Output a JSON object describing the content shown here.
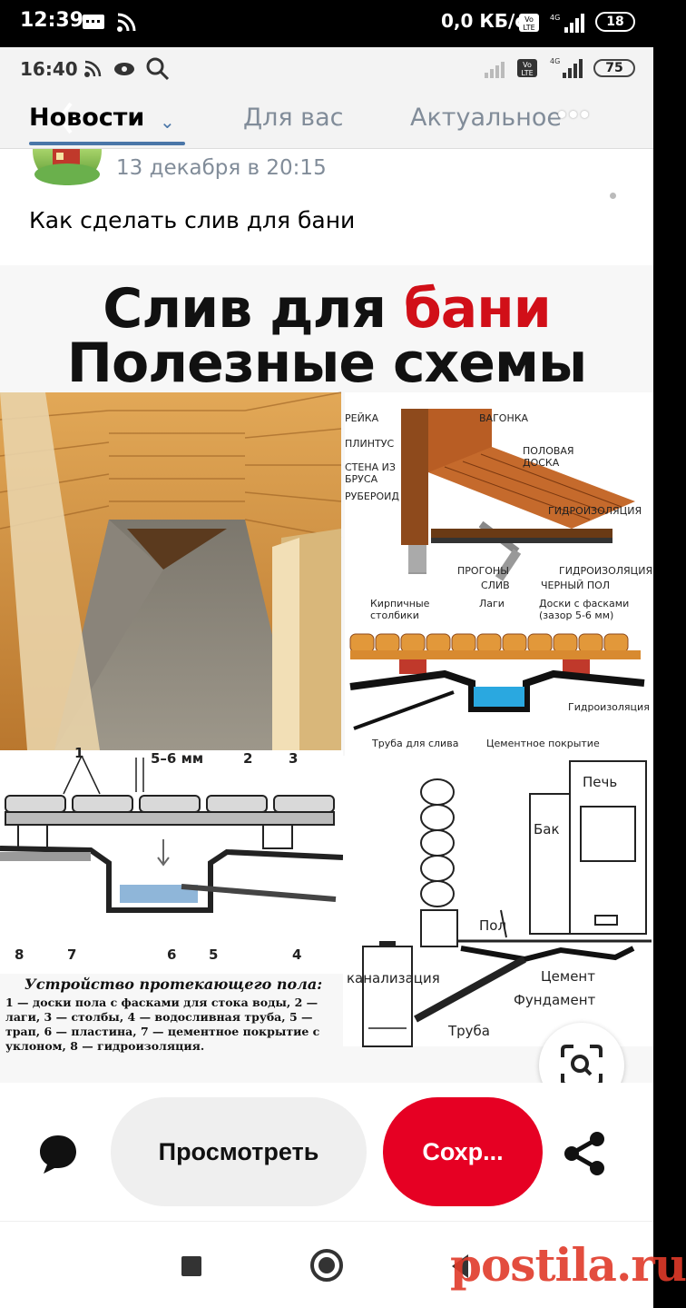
{
  "outer_status": {
    "time": "12:39",
    "speed": "0,0 КБ/с",
    "battery": "18"
  },
  "inner_status": {
    "time": "16:40",
    "battery": "75"
  },
  "tabs": [
    {
      "label": "Новости",
      "active": true
    },
    {
      "label": "Для вас",
      "active": false
    },
    {
      "label": "Актуальное",
      "active": false
    }
  ],
  "post": {
    "date": "13 декабря в 20:15",
    "text": "Как сделать слив для бани"
  },
  "image": {
    "headline_line1_a": "Слив для ",
    "headline_line1_b": "бани",
    "headline_line2": "Полезные схемы",
    "schema1_labels": [
      "РЕЙКА",
      "ПЛИНТУС",
      "ЛАГИ",
      "СТЕНА ИЗ БРУСА",
      "РУБЕРОИД",
      "ВАГОНКА",
      "ПОЛОВАЯ ДОСКА",
      "ГИДРОИЗОЛЯЦИЯ",
      "ПРОГОНЫ",
      "СЛИВ",
      "ЧЕРНЫЙ ПОЛ",
      "ГИДРОИЗОЛЯЦИЯ"
    ],
    "schema2_labels": {
      "brick": "Кирпичные столбики",
      "lagi": "Лаги",
      "boards": "Доски с фасками (зазор 5-6 мм)",
      "waterproof": "Гидроизоляция",
      "pipe": "Труба для слива",
      "cement": "Цементное покрытие"
    },
    "schema3_labels": {
      "gap": "5–6 мм",
      "n1": "1",
      "n2": "2",
      "n3": "3",
      "n4": "4",
      "n5": "5",
      "n6": "6",
      "n7": "7",
      "n8": "8"
    },
    "schema4_labels": {
      "stove": "Печь",
      "tank": "Бак",
      "floor": "Пол",
      "sewer": "канализация",
      "cement": "Цемент",
      "foundation": "Фундамент",
      "pipe": "Труба"
    },
    "legend_title": "Устройство протекающего пола:",
    "legend_text": "1 — доски пола с фасками для стока воды, 2 — лаги, 3 — столбы, 4 — водосливная труба, 5 — трап, 6 — пластина, 7 — цементное покрытие с уклоном, 8 — гидроизоляция."
  },
  "actions": {
    "view": "Просмотреть",
    "save": "Сохр..."
  },
  "watermark": "postila.ru",
  "colors": {
    "save": "#e60023",
    "tab_active": "#4a76a8",
    "headline_red": "#d10f18"
  }
}
